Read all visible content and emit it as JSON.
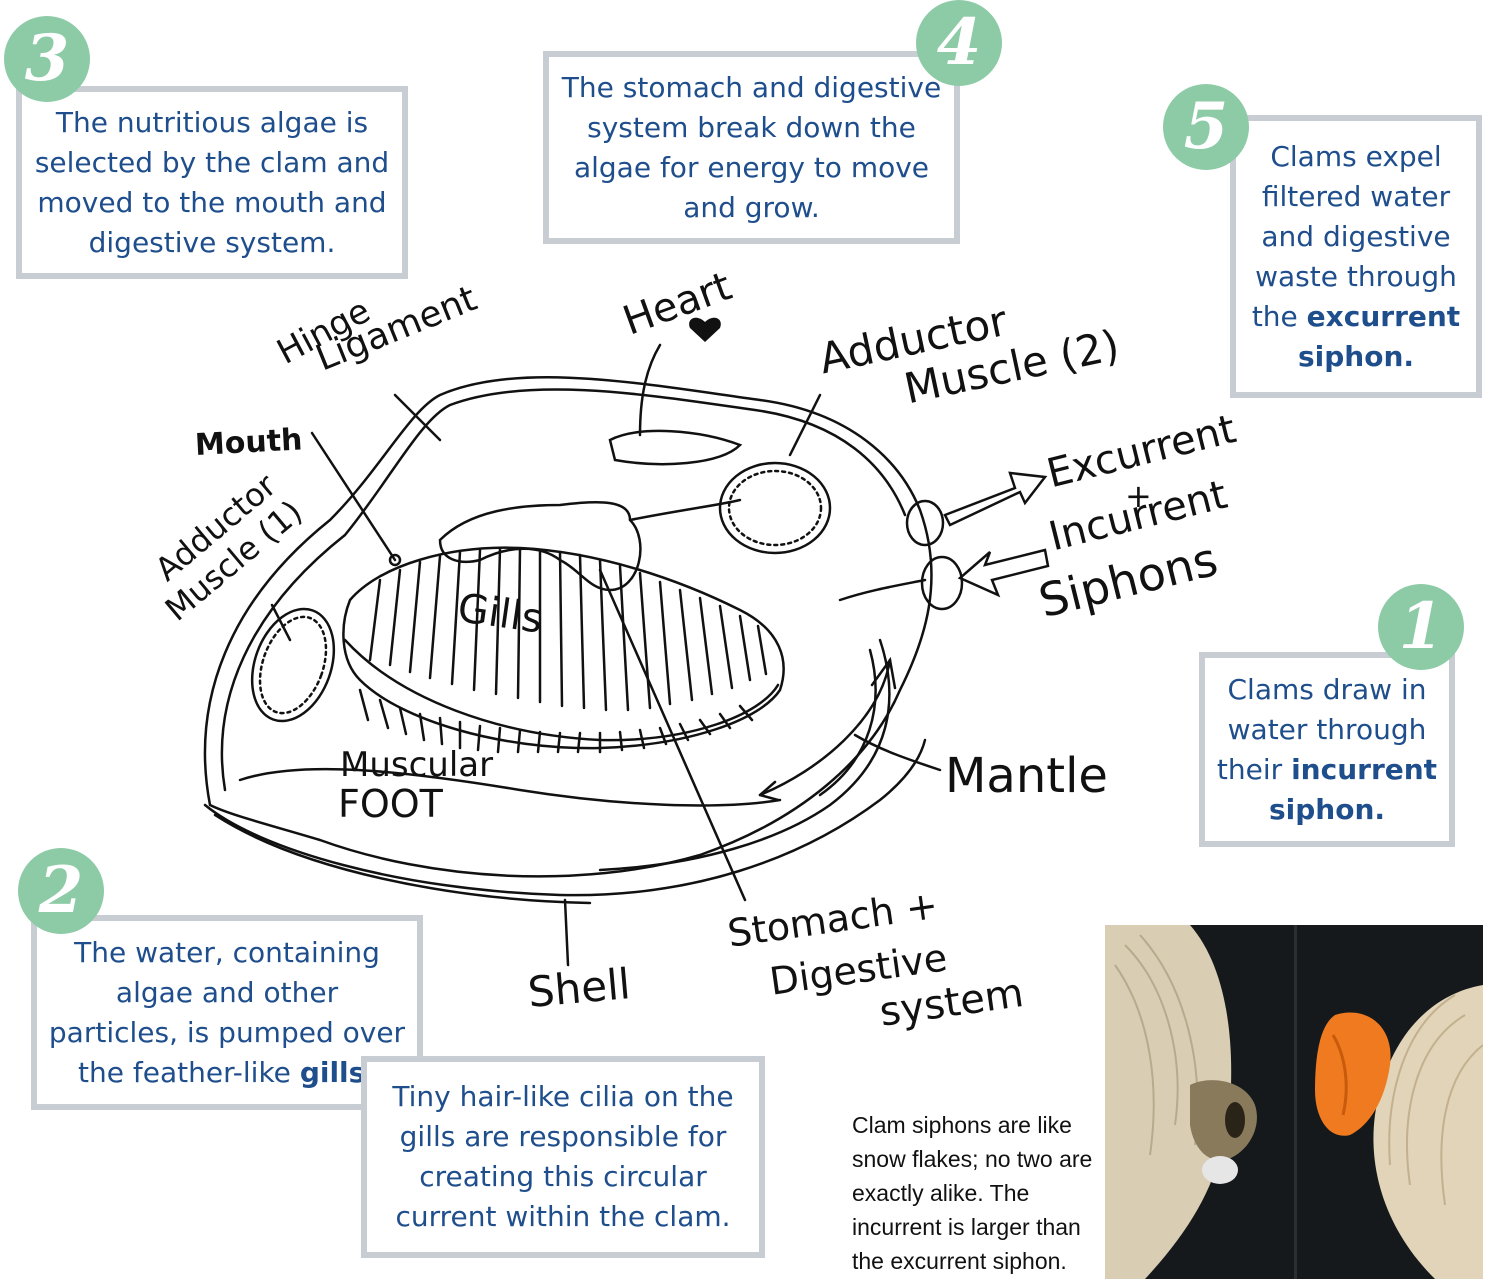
{
  "steps": {
    "s1": {
      "number": "1",
      "pre": "Clams draw in water through their ",
      "bold": "incurrent siphon."
    },
    "s2": {
      "number": "2",
      "pre": "The water, containing algae and other particles, is pumped over the feather-like ",
      "bold": "gills."
    },
    "s2b": {
      "text": "Tiny hair-like cilia on the gills are responsible for creating this circular current within the clam."
    },
    "s3": {
      "number": "3",
      "text": "The nutritious algae is selected by the clam and moved to the mouth and digestive system."
    },
    "s4": {
      "number": "4",
      "text": "The stomach and digestive system break down the algae for energy to move and grow."
    },
    "s5": {
      "number": "5",
      "pre": "Clams expel filtered water and digestive waste through the ",
      "bold": "excurrent siphon."
    }
  },
  "labels": {
    "hinge": "Hinge",
    "ligament": "Ligament",
    "heart": "Heart",
    "adductor2_a": "Adductor",
    "adductor2_b": "Muscle (2)",
    "mouth": "Mouth",
    "adductor1_a": "Adductor",
    "adductor1_b": "Muscle (1)",
    "gills": "Gills",
    "excurrent": "Excurrent",
    "plus1": "+",
    "incurrent": "Incurrent",
    "siphons": "Siphons",
    "muscular": "Muscular",
    "foot": "FOOT",
    "mantle": "Mantle",
    "shell": "Shell",
    "stomach": "Stomach +",
    "digestive": "Digestive",
    "system": "system"
  },
  "caption": "Clam siphons are like snow flakes; no two are exactly alike. The incurrent is larger than the excurrent siphon.",
  "colors": {
    "box_text": "#1f4e8c",
    "box_border": "#c8cdd4",
    "badge": "#8dcba7"
  }
}
